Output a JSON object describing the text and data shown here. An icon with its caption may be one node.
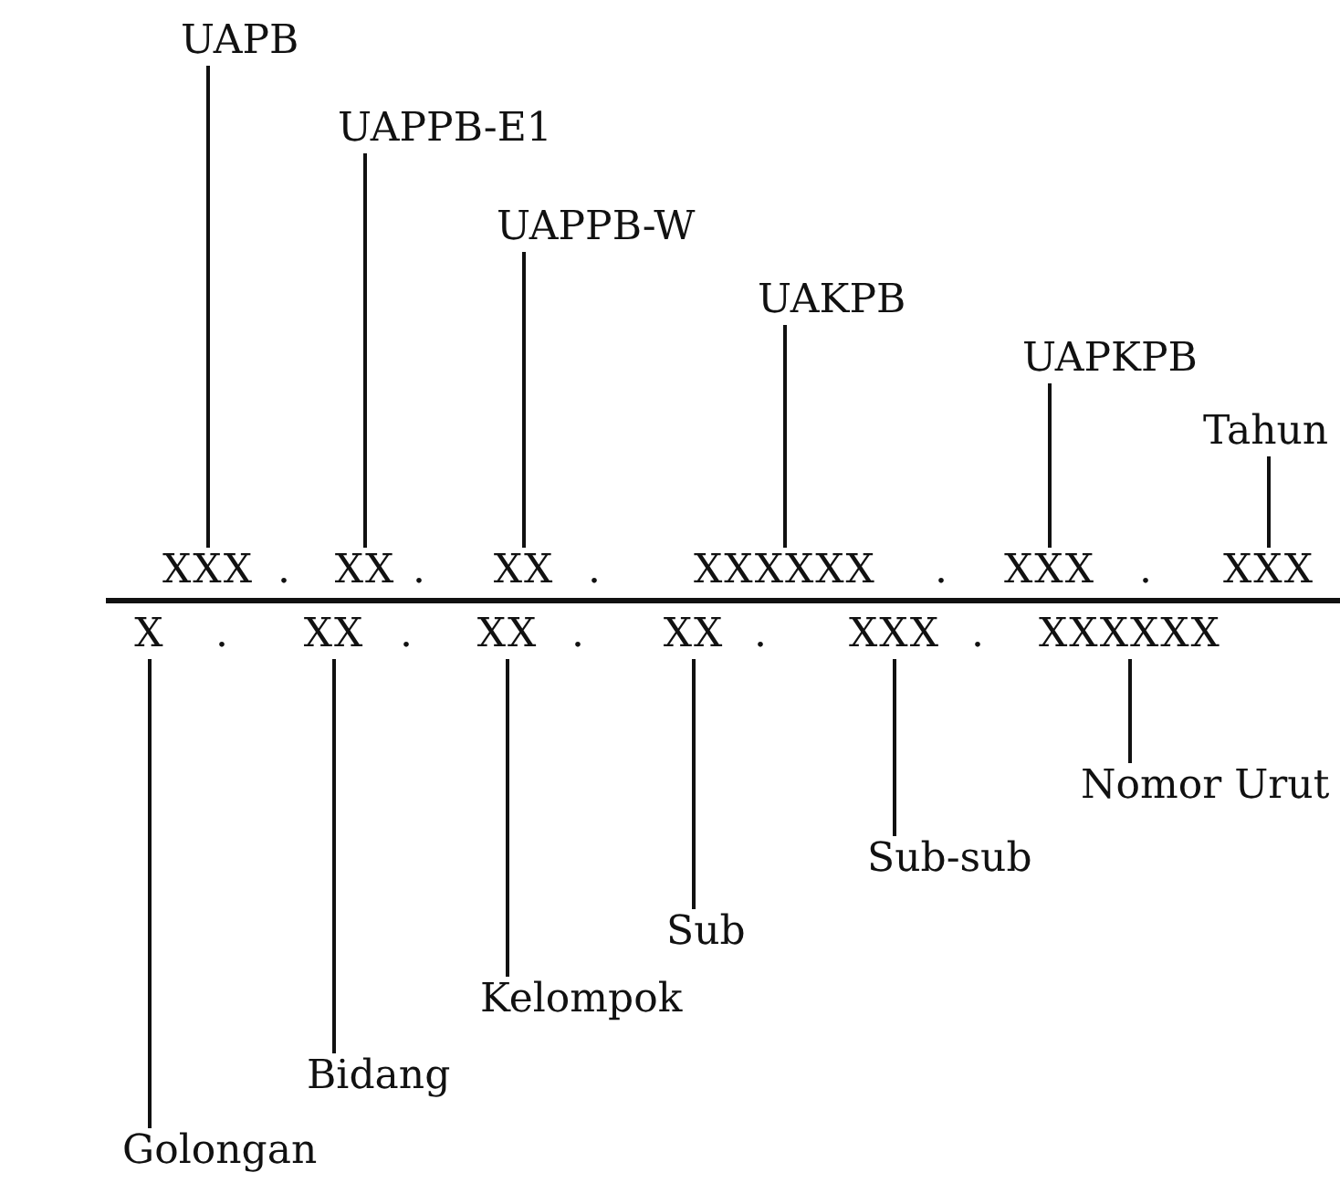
{
  "diagram": {
    "nodes": [
      {
        "text": [
          "UAPB"
        ]
      },
      {
        "text": [
          "UAPPB-E1"
        ]
      },
      {
        "text": [
          "UAPPB-W"
        ]
      },
      {
        "text": [
          "UAKPB"
        ]
      },
      {
        "text": [
          "UAPKPB"
        ]
      },
      {
        "text": [
          "Tahun"
        ]
      },
      {
        "text": [
          "XXX"
        ]
      },
      {
        "text": [
          "XX"
        ]
      },
      {
        "text": [
          "XX"
        ]
      },
      {
        "text": [
          "XXXXXX"
        ]
      },
      {
        "text": [
          "XXX"
        ]
      },
      {
        "text": [
          "XXX"
        ]
      },
      {
        "text": [
          "X"
        ]
      },
      {
        "text": [
          "XX"
        ]
      },
      {
        "text": [
          "XX"
        ]
      },
      {
        "text": [
          "XX"
        ]
      },
      {
        "text": [
          "XXX"
        ]
      },
      {
        "text": [
          "XXXXXX"
        ]
      },
      {
        "text": [
          "Nomor Urut"
        ]
      },
      {
        "text": [
          "Sub-sub"
        ]
      },
      {
        "text": [
          "Sub"
        ]
      },
      {
        "text": [
          "Kelompok"
        ]
      },
      {
        "text": [
          "Bidang"
        ]
      },
      {
        "text": [
          "Golongan"
        ]
      }
    ],
    "edges": [
      {
        "from": 0,
        "to": 6,
        "arrow": "none"
      },
      {
        "from": 1,
        "to": 7,
        "arrow": "none"
      },
      {
        "from": 2,
        "to": 8,
        "arrow": "none"
      },
      {
        "from": 3,
        "to": 9,
        "arrow": "none"
      },
      {
        "from": 4,
        "to": 10,
        "arrow": "none"
      },
      {
        "from": 5,
        "to": 11,
        "arrow": "none"
      },
      {
        "from": 18,
        "to": 17,
        "arrow": "none"
      },
      {
        "from": 19,
        "to": 16,
        "arrow": "none"
      },
      {
        "from": 20,
        "to": 15,
        "arrow": "none"
      },
      {
        "from": 21,
        "to": 14,
        "arrow": "none"
      },
      {
        "from": 22,
        "to": 13,
        "arrow": "none"
      },
      {
        "from": 23,
        "to": 12,
        "arrow": "none"
      }
    ],
    "labels": [
      ".",
      ".",
      ".",
      ".",
      ".",
      ".",
      ".",
      ".",
      ".",
      "."
    ]
  }
}
